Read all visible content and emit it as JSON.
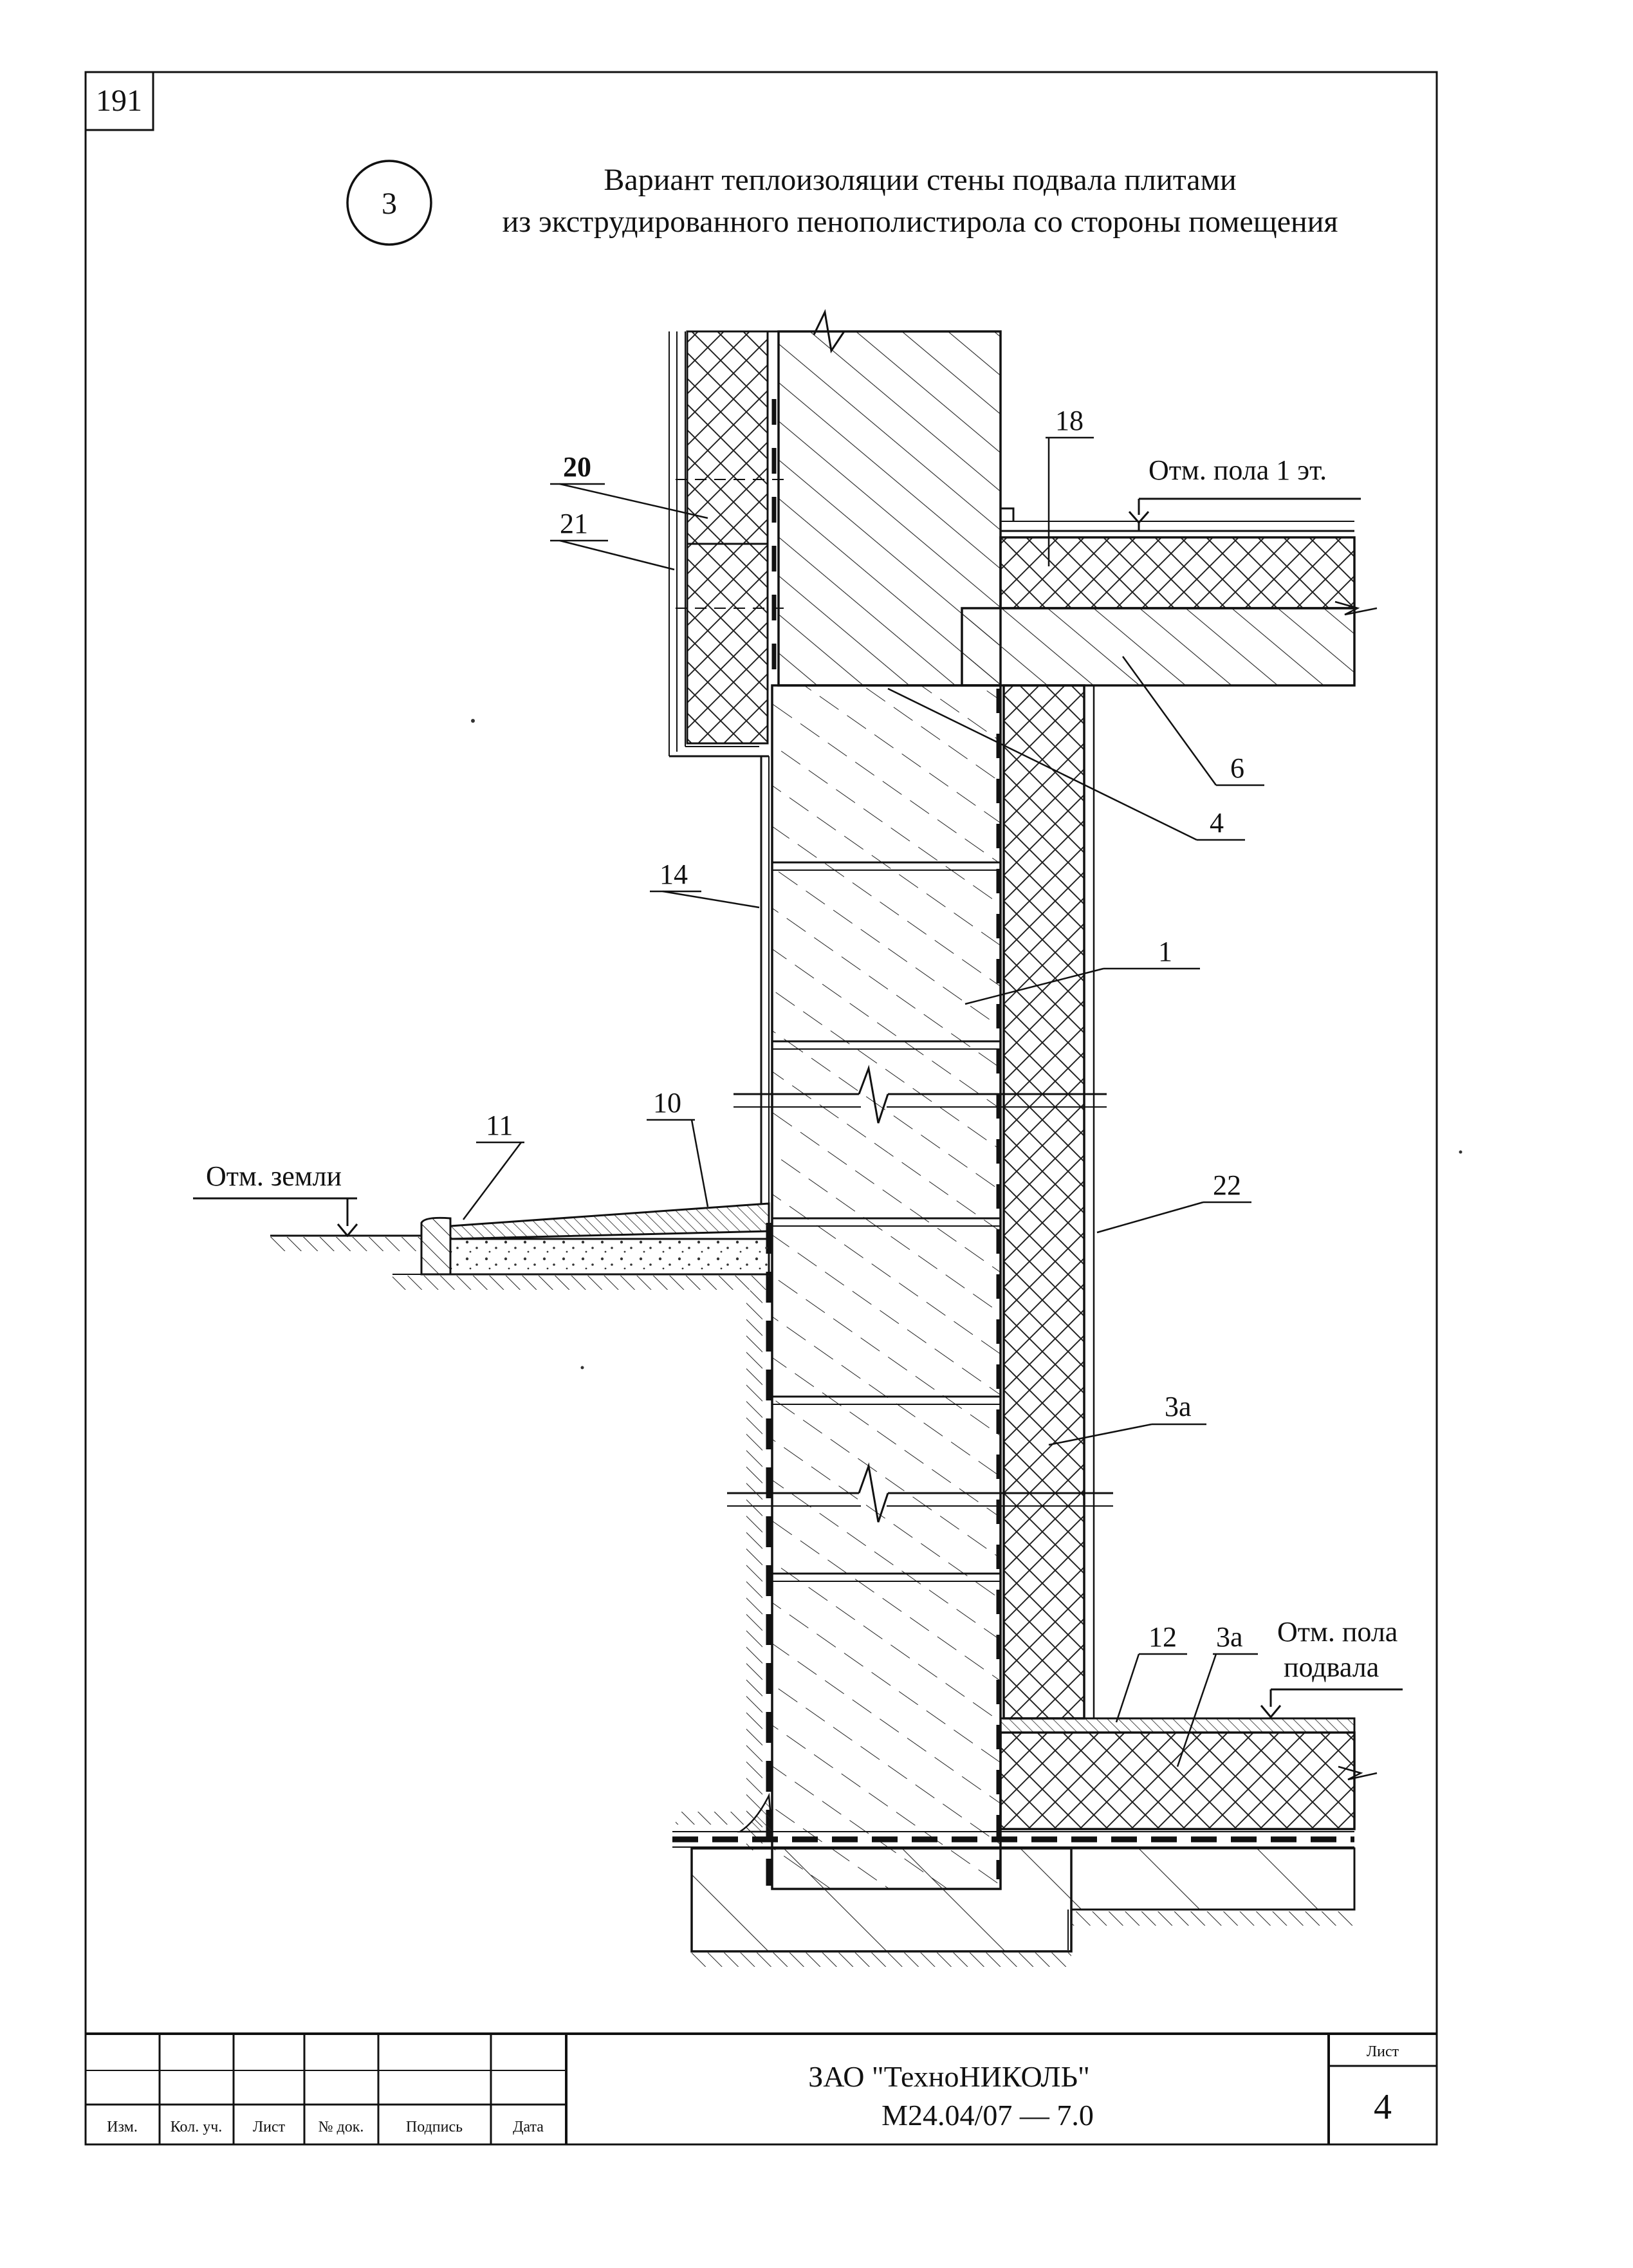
{
  "page_number": "191",
  "detail": {
    "number": "3",
    "title_line1": "Вариант теплоизоляции стены подвала плитами",
    "title_line2": "из экструдированного пенополистирола со стороны помещения"
  },
  "elevations": {
    "floor_1": "Отм. пола 1 эт.",
    "ground": "Отм. земли",
    "basement_line1": "Отм. пола",
    "basement_line2": "подвала"
  },
  "callouts": {
    "c18": "18",
    "c20": "20",
    "c21": "21",
    "c6": "6",
    "c4": "4",
    "c14": "14",
    "c1": "1",
    "c11": "11",
    "c10": "10",
    "c22": "22",
    "c3a_wall": "3а",
    "c12": "12",
    "c3a_floor": "3а"
  },
  "title_block": {
    "columns": [
      "Изм.",
      "Кол. уч.",
      "Лист",
      "№ док.",
      "Подпись",
      "Дата"
    ],
    "company": "ЗАО \"ТехноНИКОЛЬ\"",
    "doc_code": "М24.04/07  —  7.0",
    "sheet_label": "Лист",
    "sheet_number": "4"
  }
}
